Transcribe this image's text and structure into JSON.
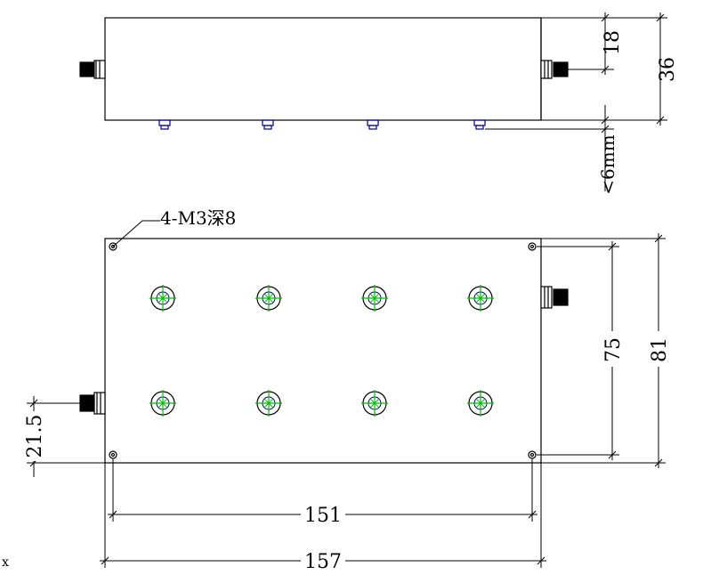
{
  "side_view": {
    "dim_port_height": "18",
    "dim_height": "36",
    "dim_screw_protrusion": "<6mm"
  },
  "top_view": {
    "hole_note": "4-M3深8",
    "dim_hole_spacing_v": "75",
    "dim_width_v": "81",
    "dim_port_offset": "21.5",
    "dim_hole_spacing_h": "151",
    "dim_length": "157"
  },
  "corner_mark": "x",
  "colors": {
    "line": "#000000",
    "screw_cross": "#00c000",
    "screw_body": "#000080"
  }
}
